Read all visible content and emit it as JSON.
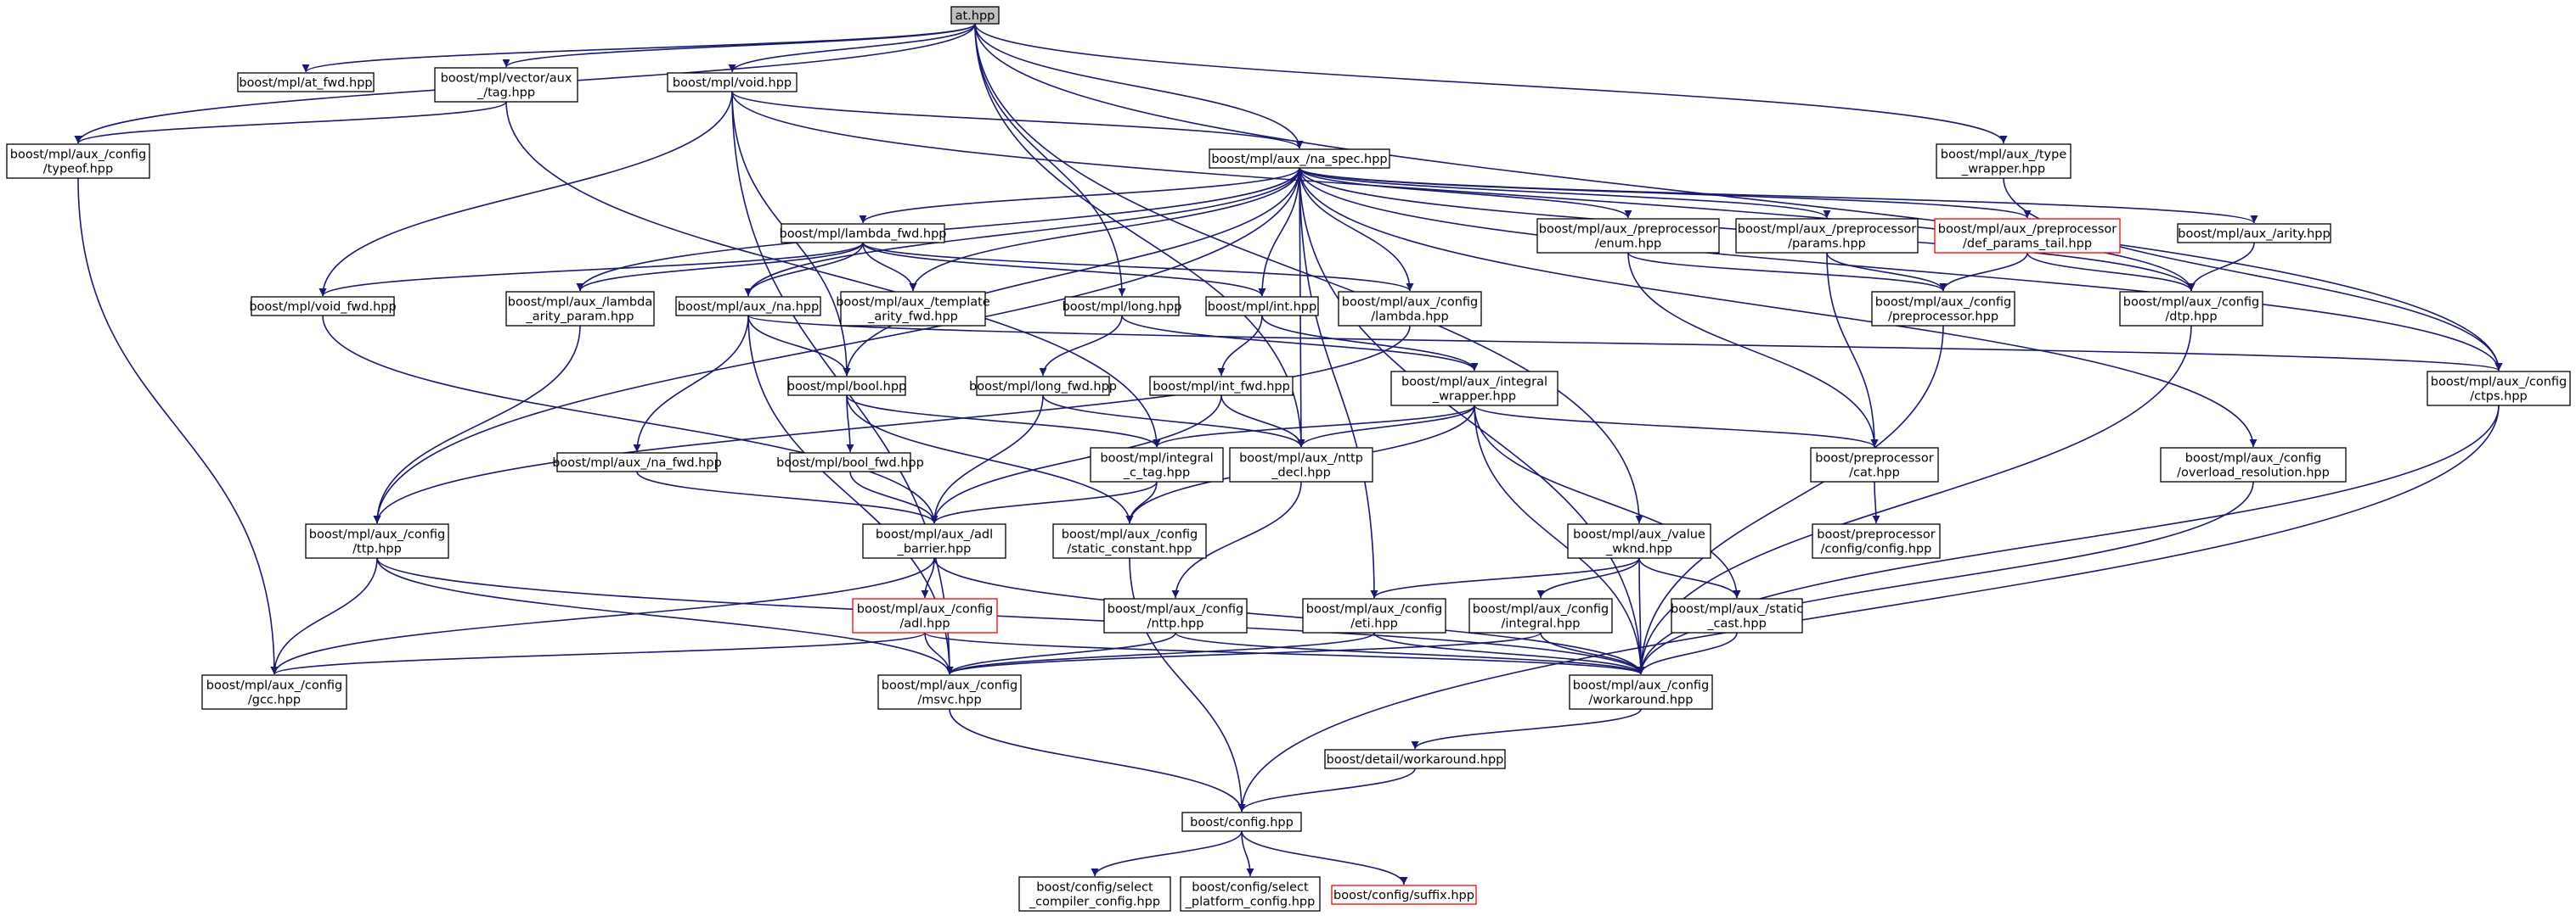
{
  "graph": {
    "edge_color": "#191970",
    "root_fill": "#bfbfbf",
    "missing_border_color": "#ff0000",
    "nodes": [
      {
        "id": "at",
        "lines": [
          "at.hpp"
        ],
        "style": "root"
      },
      {
        "id": "at_fwd",
        "lines": [
          "boost/mpl/at_fwd.hpp"
        ]
      },
      {
        "id": "vector_tag",
        "lines": [
          "boost/mpl/vector/aux",
          "_/tag.hpp"
        ]
      },
      {
        "id": "void",
        "lines": [
          "boost/mpl/void.hpp"
        ]
      },
      {
        "id": "typeof",
        "lines": [
          "boost/mpl/aux_/config",
          "/typeof.hpp"
        ]
      },
      {
        "id": "type_wrapper",
        "lines": [
          "boost/mpl/aux_/type",
          "_wrapper.hpp"
        ]
      },
      {
        "id": "na_spec",
        "lines": [
          "boost/mpl/aux_/na_spec.hpp"
        ]
      },
      {
        "id": "lambda_fwd",
        "lines": [
          "boost/mpl/lambda_fwd.hpp"
        ]
      },
      {
        "id": "pp_enum",
        "lines": [
          "boost/mpl/aux_/preprocessor",
          "/enum.hpp"
        ]
      },
      {
        "id": "pp_params",
        "lines": [
          "boost/mpl/aux_/preprocessor",
          "/params.hpp"
        ]
      },
      {
        "id": "pp_def_params_tail",
        "lines": [
          "boost/mpl/aux_/preprocessor",
          "/def_params_tail.hpp"
        ],
        "style": "missing"
      },
      {
        "id": "arity",
        "lines": [
          "boost/mpl/aux_/arity.hpp"
        ]
      },
      {
        "id": "void_fwd",
        "lines": [
          "boost/mpl/void_fwd.hpp"
        ]
      },
      {
        "id": "lambda_arity_param",
        "lines": [
          "boost/mpl/aux_/lambda",
          "_arity_param.hpp"
        ]
      },
      {
        "id": "na",
        "lines": [
          "boost/mpl/aux_/na.hpp"
        ]
      },
      {
        "id": "template_arity_fwd",
        "lines": [
          "boost/mpl/aux_/template",
          "_arity_fwd.hpp"
        ]
      },
      {
        "id": "long",
        "lines": [
          "boost/mpl/long.hpp"
        ]
      },
      {
        "id": "int",
        "lines": [
          "boost/mpl/int.hpp"
        ]
      },
      {
        "id": "cfg_lambda",
        "lines": [
          "boost/mpl/aux_/config",
          "/lambda.hpp"
        ]
      },
      {
        "id": "cfg_preprocessor",
        "lines": [
          "boost/mpl/aux_/config",
          "/preprocessor.hpp"
        ]
      },
      {
        "id": "cfg_dtp",
        "lines": [
          "boost/mpl/aux_/config",
          "/dtp.hpp"
        ]
      },
      {
        "id": "cfg_ctps",
        "lines": [
          "boost/mpl/aux_/config",
          "/ctps.hpp"
        ]
      },
      {
        "id": "bool",
        "lines": [
          "boost/mpl/bool.hpp"
        ]
      },
      {
        "id": "long_fwd",
        "lines": [
          "boost/mpl/long_fwd.hpp"
        ]
      },
      {
        "id": "int_fwd",
        "lines": [
          "boost/mpl/int_fwd.hpp"
        ]
      },
      {
        "id": "integral_wrapper",
        "lines": [
          "boost/mpl/aux_/integral",
          "_wrapper.hpp"
        ]
      },
      {
        "id": "na_fwd",
        "lines": [
          "boost/mpl/aux_/na_fwd.hpp"
        ]
      },
      {
        "id": "bool_fwd",
        "lines": [
          "boost/mpl/bool_fwd.hpp"
        ]
      },
      {
        "id": "integral_c_tag",
        "lines": [
          "boost/mpl/integral",
          "_c_tag.hpp"
        ]
      },
      {
        "id": "nttp_decl",
        "lines": [
          "boost/mpl/aux_/nttp",
          "_decl.hpp"
        ]
      },
      {
        "id": "pp_cat",
        "lines": [
          "boost/preprocessor",
          "/cat.hpp"
        ]
      },
      {
        "id": "overload_resolution",
        "lines": [
          "boost/mpl/aux_/config",
          "/overload_resolution.hpp"
        ]
      },
      {
        "id": "cfg_ttp",
        "lines": [
          "boost/mpl/aux_/config",
          "/ttp.hpp"
        ]
      },
      {
        "id": "adl_barrier",
        "lines": [
          "boost/mpl/aux_/adl",
          "_barrier.hpp"
        ]
      },
      {
        "id": "static_constant",
        "lines": [
          "boost/mpl/aux_/config",
          "/static_constant.hpp"
        ]
      },
      {
        "id": "value_wknd",
        "lines": [
          "boost/mpl/aux_/value",
          "_wknd.hpp"
        ]
      },
      {
        "id": "pp_config",
        "lines": [
          "boost/preprocessor",
          "/config/config.hpp"
        ]
      },
      {
        "id": "cfg_adl",
        "lines": [
          "boost/mpl/aux_/config",
          "/adl.hpp"
        ],
        "style": "missing"
      },
      {
        "id": "cfg_nttp",
        "lines": [
          "boost/mpl/aux_/config",
          "/nttp.hpp"
        ]
      },
      {
        "id": "cfg_eti",
        "lines": [
          "boost/mpl/aux_/config",
          "/eti.hpp"
        ]
      },
      {
        "id": "cfg_integral",
        "lines": [
          "boost/mpl/aux_/config",
          "/integral.hpp"
        ]
      },
      {
        "id": "static_cast",
        "lines": [
          "boost/mpl/aux_/static",
          "_cast.hpp"
        ]
      },
      {
        "id": "cfg_gcc",
        "lines": [
          "boost/mpl/aux_/config",
          "/gcc.hpp"
        ]
      },
      {
        "id": "cfg_msvc",
        "lines": [
          "boost/mpl/aux_/config",
          "/msvc.hpp"
        ]
      },
      {
        "id": "cfg_workaround",
        "lines": [
          "boost/mpl/aux_/config",
          "/workaround.hpp"
        ]
      },
      {
        "id": "detail_workaround",
        "lines": [
          "boost/detail/workaround.hpp"
        ]
      },
      {
        "id": "boost_config",
        "lines": [
          "boost/config.hpp"
        ]
      },
      {
        "id": "select_compiler",
        "lines": [
          "boost/config/select",
          "_compiler_config.hpp"
        ]
      },
      {
        "id": "select_platform",
        "lines": [
          "boost/config/select",
          "_platform_config.hpp"
        ]
      },
      {
        "id": "suffix",
        "lines": [
          "boost/config/suffix.hpp"
        ],
        "style": "missing"
      }
    ],
    "edges": [
      [
        "at",
        "at_fwd"
      ],
      [
        "at",
        "vector_tag"
      ],
      [
        "at",
        "void"
      ],
      [
        "at",
        "typeof"
      ],
      [
        "at",
        "type_wrapper"
      ],
      [
        "at",
        "cfg_ctps"
      ],
      [
        "at",
        "long"
      ],
      [
        "at",
        "value_wknd"
      ],
      [
        "at",
        "nttp_decl"
      ],
      [
        "at",
        "na_spec"
      ],
      [
        "vector_tag",
        "typeof"
      ],
      [
        "vector_tag",
        "integral_c_tag"
      ],
      [
        "void",
        "na_spec"
      ],
      [
        "void",
        "void_fwd"
      ],
      [
        "void",
        "bool"
      ],
      [
        "void",
        "cfg_msvc"
      ],
      [
        "void",
        "cfg_dtp"
      ],
      [
        "typeof",
        "cfg_gcc"
      ],
      [
        "type_wrapper",
        "cfg_ctps"
      ],
      [
        "na_spec",
        "lambda_fwd"
      ],
      [
        "na_spec",
        "pp_enum"
      ],
      [
        "na_spec",
        "pp_params"
      ],
      [
        "na_spec",
        "pp_def_params_tail"
      ],
      [
        "na_spec",
        "arity"
      ],
      [
        "na_spec",
        "lambda_arity_param"
      ],
      [
        "na_spec",
        "na"
      ],
      [
        "na_spec",
        "template_arity_fwd"
      ],
      [
        "na_spec",
        "int"
      ],
      [
        "na_spec",
        "cfg_lambda"
      ],
      [
        "na_spec",
        "cfg_dtp"
      ],
      [
        "na_spec",
        "bool"
      ],
      [
        "na_spec",
        "nttp_decl"
      ],
      [
        "na_spec",
        "cfg_ttp"
      ],
      [
        "na_spec",
        "cfg_eti"
      ],
      [
        "na_spec",
        "overload_resolution"
      ],
      [
        "na_spec",
        "cfg_workaround"
      ],
      [
        "na_spec",
        "cfg_ctps"
      ],
      [
        "lambda_fwd",
        "void_fwd"
      ],
      [
        "lambda_fwd",
        "lambda_arity_param"
      ],
      [
        "lambda_fwd",
        "na"
      ],
      [
        "lambda_fwd",
        "template_arity_fwd"
      ],
      [
        "lambda_fwd",
        "int"
      ],
      [
        "lambda_fwd",
        "cfg_lambda"
      ],
      [
        "pp_enum",
        "cfg_preprocessor"
      ],
      [
        "pp_enum",
        "pp_cat"
      ],
      [
        "pp_params",
        "cfg_preprocessor"
      ],
      [
        "pp_params",
        "pp_cat"
      ],
      [
        "pp_def_params_tail",
        "cfg_preprocessor"
      ],
      [
        "pp_def_params_tail",
        "cfg_dtp"
      ],
      [
        "arity",
        "cfg_dtp"
      ],
      [
        "void_fwd",
        "adl_barrier"
      ],
      [
        "lambda_arity_param",
        "cfg_ttp"
      ],
      [
        "na",
        "bool"
      ],
      [
        "na",
        "na_fwd"
      ],
      [
        "na",
        "cfg_msvc"
      ],
      [
        "na",
        "cfg_ctps"
      ],
      [
        "long",
        "long_fwd"
      ],
      [
        "long",
        "integral_wrapper"
      ],
      [
        "int",
        "int_fwd"
      ],
      [
        "int",
        "integral_wrapper"
      ],
      [
        "cfg_lambda",
        "cfg_ttp"
      ],
      [
        "cfg_preprocessor",
        "cfg_workaround"
      ],
      [
        "cfg_dtp",
        "cfg_workaround"
      ],
      [
        "cfg_ctps",
        "cfg_workaround"
      ],
      [
        "cfg_ctps",
        "boost_config"
      ],
      [
        "bool",
        "bool_fwd"
      ],
      [
        "bool",
        "integral_c_tag"
      ],
      [
        "bool",
        "static_constant"
      ],
      [
        "long_fwd",
        "adl_barrier"
      ],
      [
        "long_fwd",
        "nttp_decl"
      ],
      [
        "int_fwd",
        "adl_barrier"
      ],
      [
        "int_fwd",
        "nttp_decl"
      ],
      [
        "integral_wrapper",
        "integral_c_tag"
      ],
      [
        "integral_wrapper",
        "static_constant"
      ],
      [
        "integral_wrapper",
        "nttp_decl"
      ],
      [
        "integral_wrapper",
        "static_cast"
      ],
      [
        "integral_wrapper",
        "cfg_workaround"
      ],
      [
        "integral_wrapper",
        "pp_cat"
      ],
      [
        "na_fwd",
        "adl_barrier"
      ],
      [
        "bool_fwd",
        "adl_barrier"
      ],
      [
        "integral_c_tag",
        "adl_barrier"
      ],
      [
        "integral_c_tag",
        "static_constant"
      ],
      [
        "nttp_decl",
        "cfg_nttp"
      ],
      [
        "pp_cat",
        "pp_config"
      ],
      [
        "overload_resolution",
        "cfg_workaround"
      ],
      [
        "cfg_ttp",
        "cfg_gcc"
      ],
      [
        "cfg_ttp",
        "cfg_msvc"
      ],
      [
        "cfg_ttp",
        "cfg_workaround"
      ],
      [
        "adl_barrier",
        "cfg_adl"
      ],
      [
        "adl_barrier",
        "cfg_gcc"
      ],
      [
        "adl_barrier",
        "cfg_workaround"
      ],
      [
        "static_constant",
        "boost_config"
      ],
      [
        "value_wknd",
        "cfg_eti"
      ],
      [
        "value_wknd",
        "cfg_integral"
      ],
      [
        "value_wknd",
        "static_cast"
      ],
      [
        "value_wknd",
        "cfg_workaround"
      ],
      [
        "cfg_adl",
        "cfg_msvc"
      ],
      [
        "cfg_adl",
        "cfg_gcc"
      ],
      [
        "cfg_adl",
        "cfg_workaround"
      ],
      [
        "cfg_nttp",
        "cfg_msvc"
      ],
      [
        "cfg_nttp",
        "cfg_workaround"
      ],
      [
        "cfg_eti",
        "cfg_msvc"
      ],
      [
        "cfg_eti",
        "cfg_workaround"
      ],
      [
        "cfg_integral",
        "cfg_msvc"
      ],
      [
        "cfg_integral",
        "cfg_workaround"
      ],
      [
        "static_cast",
        "cfg_workaround"
      ],
      [
        "cfg_msvc",
        "boost_config"
      ],
      [
        "cfg_workaround",
        "detail_workaround"
      ],
      [
        "detail_workaround",
        "boost_config"
      ],
      [
        "boost_config",
        "select_compiler"
      ],
      [
        "boost_config",
        "select_platform"
      ],
      [
        "boost_config",
        "suffix"
      ]
    ]
  }
}
